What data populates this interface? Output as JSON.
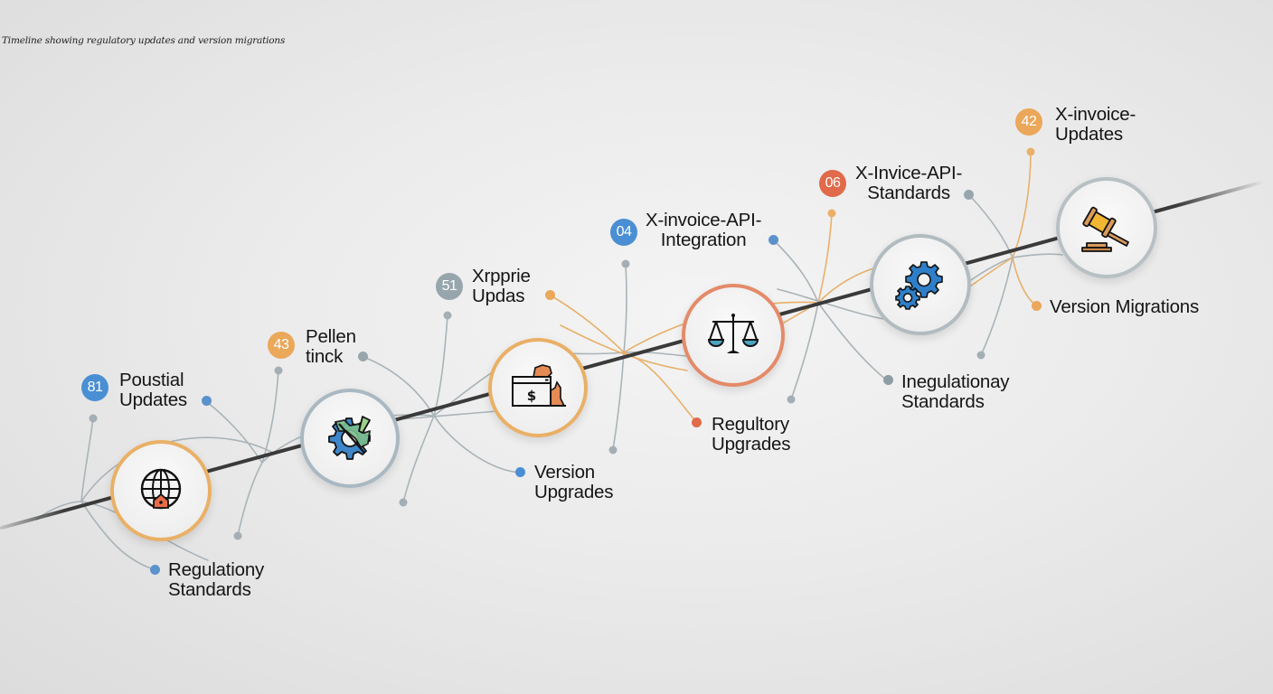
{
  "caption": "Timeline showing regulatory updates and version migrations",
  "colors": {
    "blue": "#4a8fd4",
    "orange": "#eba75a",
    "gray": "#97a6ad",
    "red": "#e06a4a",
    "timeline": "#3a3a3a",
    "connector_gray": "#a9b3b8",
    "connector_orange": "#e8b06a"
  },
  "nodes": [
    {
      "id": "n1",
      "icon": "globe-icon",
      "ring_color": "#e9b066"
    },
    {
      "id": "n2",
      "icon": "broken-gear-icon",
      "ring_color": "#a9b8c2"
    },
    {
      "id": "n3",
      "icon": "payment-window-icon",
      "ring_color": "#e9b066"
    },
    {
      "id": "n4",
      "icon": "scales-icon",
      "ring_color": "#e48a68"
    },
    {
      "id": "n5",
      "icon": "gears-icon",
      "ring_color": "#b2bcc0"
    },
    {
      "id": "n6",
      "icon": "gavel-icon",
      "ring_color": "#b7c0c3"
    }
  ],
  "top_labels": [
    {
      "badge": "81",
      "badge_color": "#4a8fd4",
      "line1": "Poustial",
      "line2": "Updates",
      "dot_color": "#5b92cc"
    },
    {
      "badge": "43",
      "badge_color": "#eba75a",
      "line1": "Pellen",
      "line2": "tinck",
      "dot_color": "#97a6ad"
    },
    {
      "badge": "51",
      "badge_color": "#97a6ad",
      "line1": "Xrpprie",
      "line2": "Updas",
      "dot_color": "#eba75a"
    },
    {
      "badge": "04",
      "badge_color": "#4a8fd4",
      "line1": "X-invoice-API-",
      "line2": "Integration",
      "dot_color": "#5b92cc"
    },
    {
      "badge": "06",
      "badge_color": "#e06a4a",
      "line1": "X-Invice-API-",
      "line2": "Standards",
      "dot_color": "#97a6ad"
    },
    {
      "badge": "42",
      "badge_color": "#eba75a",
      "line1": "X-invoice-",
      "line2": "Updates",
      "dot_color": "#eba75a"
    }
  ],
  "bottom_labels": [
    {
      "line1": "Regulationy",
      "line2": "Standards",
      "dot_color": "#5b92cc"
    },
    {
      "line1": "Version",
      "line2": "Upgrades",
      "dot_color": "#4a8fd4"
    },
    {
      "line1": "Regultory",
      "line2": "Upgrades",
      "dot_color": "#e06a4a"
    },
    {
      "line1": "Inegulationay",
      "line2": "Standards",
      "dot_color": "#8e9ca3"
    },
    {
      "line1": "Version Migrations",
      "line2": "",
      "dot_color": "#eba75a"
    }
  ]
}
